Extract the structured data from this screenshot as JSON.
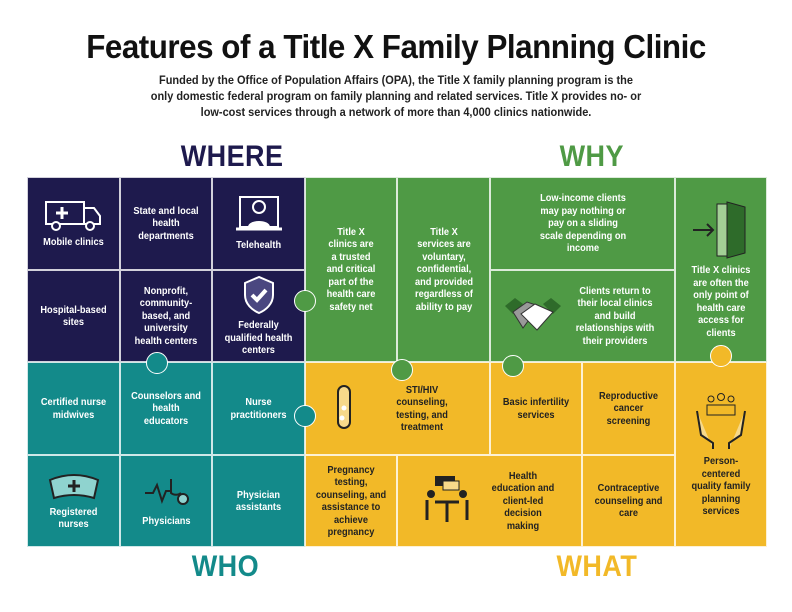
{
  "title": "Features of a Title X Family Planning Clinic",
  "subtitle": "Funded by the Office of Population Affairs (OPA), the Title X family planning program is the only domestic federal program on family planning and related services. Title X provides no- or low-cost services through a network of more than 4,000 clinics nationwide.",
  "quadrants": {
    "where": "WHERE",
    "why": "WHY",
    "who": "WHO",
    "what": "WHAT"
  },
  "colors": {
    "where": "#1e1a4d",
    "why": "#4f9a45",
    "who": "#138a8a",
    "what": "#f2b928"
  },
  "where": [
    "Mobile clinics",
    "State and local health departments",
    "Telehealth",
    "Hospital-based sites",
    "Nonprofit, community-based, and university health centers",
    "Federally qualified health centers"
  ],
  "why": [
    "Title X clinics are a trusted and critical part of the health care safety net",
    "Title X services are voluntary, confidential, and provided regardless of ability to pay",
    "Low-income clients may pay nothing or pay on a sliding scale depending on income",
    "Clients return to their local clinics and build relationships with their providers",
    "Title X clinics are often the only point of health care access for clients"
  ],
  "who": [
    "Certified nurse midwives",
    "Counselors and health educators",
    "Nurse practitioners",
    "Registered nurses",
    "Physicians",
    "Physician assistants"
  ],
  "what": [
    "STI/HIV counseling, testing, and treatment",
    "Basic infertility services",
    "Reproductive cancer screening",
    "Person-centered quality family planning services",
    "Pregnancy testing, counseling, and assistance to achieve pregnancy",
    "Health education and client-led decision making",
    "Contraceptive counseling and care"
  ]
}
